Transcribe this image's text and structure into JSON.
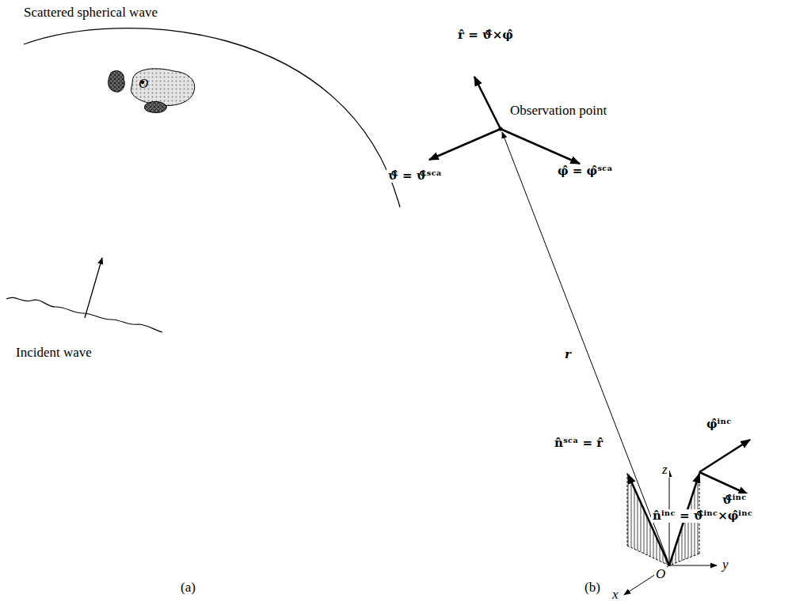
{
  "diagram": {
    "labels": [
      "Scattered spherical wave",
      "r̂ = ϑ̂×φ̂",
      "Observation point",
      "φ̂ = φ̂ˢᶜᵃ",
      "ϑ̂ = ϑ̂ˢᶜᵃ",
      "r",
      "O",
      "z",
      "φ̂ⁱⁿᶜ",
      "n̂ˢᶜᵃ = r̂",
      "ϑ̂ⁱⁿᶜ",
      "n̂ⁱⁿᶜ = ϑ̂ⁱⁿᶜ×φ̂ⁱⁿᶜ",
      "y",
      "O",
      "x",
      "Incident wave",
      "(a)",
      "(b)"
    ]
  }
}
